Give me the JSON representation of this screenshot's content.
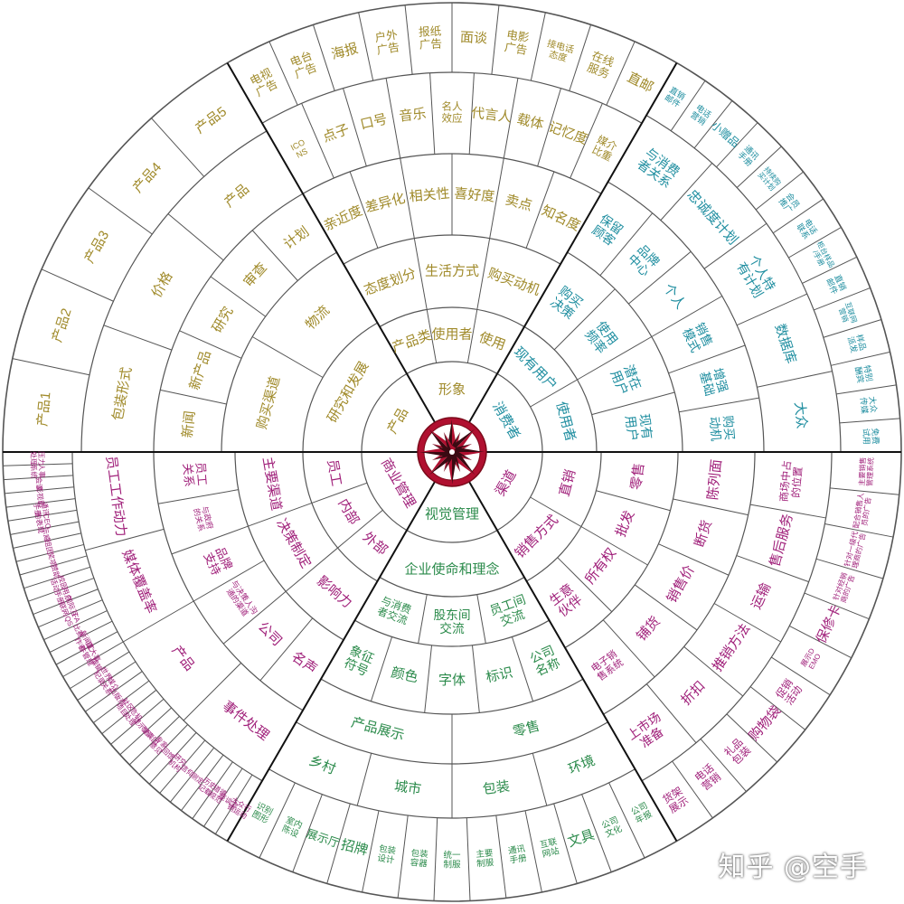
{
  "colors": {
    "line": "#555555",
    "divider": "#111111",
    "olive": "#a08a2a",
    "blue": "#1f8ea0",
    "magenta": "#a0207a",
    "green": "#2a8a4a",
    "navy": "#2a2a7a",
    "compass_red": "#b01030",
    "compass_dark": "#3a0a12"
  },
  "icons": {
    "center": "compass-rose-icon"
  },
  "watermark": "知乎 @空手",
  "sectors": [
    {
      "id": "product",
      "color": "olive",
      "rings": [
        [
          "产品"
        ],
        [
          "研究和发展"
        ],
        [
          "购买渠道",
          "物流"
        ],
        [
          "新闻",
          "新产品",
          "研究",
          "审查",
          "计划"
        ],
        [
          "包装形式",
          "价格",
          "产品"
        ],
        [
          "产品1",
          "产品2",
          "产品3",
          "产品4",
          "产品5"
        ]
      ]
    },
    {
      "id": "brand",
      "color": "olive",
      "rings": [
        [
          "形象"
        ],
        [
          "产品类",
          "使用者",
          "使用"
        ],
        [
          "态度划分",
          "生活方式",
          "购买动机"
        ],
        [
          "亲近度",
          "差异化",
          "相关性",
          "喜好度",
          "卖点",
          "知名度"
        ],
        [
          "ICONS",
          "点子",
          "口号",
          "音乐",
          "名人效应",
          "代言人",
          "载体",
          "记忆度",
          "媒介比重"
        ],
        [
          "电视广告",
          "电台广告",
          "海报",
          "户外广告",
          "报纸广告",
          "面谈",
          "电影广告",
          "接电话态度",
          "在线服务",
          "直邮"
        ]
      ]
    },
    {
      "id": "consumer",
      "color": "blue",
      "rings": [
        [
          "消费者"
        ],
        [
          "现有用户",
          "使用者"
        ],
        [
          "购买决策",
          "使用频率",
          "潜在用户",
          "现有用户"
        ],
        [
          "保留顾客",
          "品牌中心",
          "个人",
          "销售模式",
          "增强基础",
          "购买动机"
        ],
        [
          "与消费者关系",
          "忠诚度计划",
          "个人特有计划",
          "数据库",
          "大众"
        ],
        [
          "直销邮件",
          "电话营销",
          "小赠品",
          "通讯手册",
          "持续购买计划",
          "会员推广",
          "电话联系",
          "柜台样品/手册",
          "直销邮件",
          "互联网营销",
          "样品派发",
          "特别酬宾",
          "大众传媒",
          "免费试用"
        ]
      ]
    },
    {
      "id": "sales",
      "color": "magenta",
      "rings": [
        [
          "渠道"
        ],
        [
          "直销",
          "销售方式"
        ],
        [
          "零售",
          "批发",
          "所有权",
          "生意伙伴"
        ],
        [
          "陈列面",
          "断货",
          "销售价",
          "铺货",
          "电子销售系统"
        ],
        [
          "商场中占的位置",
          "售后服务",
          "运输",
          "推销方法",
          "折扣",
          "上市场准备"
        ],
        [
          "主要销售管理系统",
          "配合销售人员的广告",
          "针对一级代理商的广告",
          "针对经销商的广告",
          "保修卡",
          "展示DEMO",
          "促销活动",
          "购物袋",
          "礼品包装",
          "电话营销",
          "货架展示"
        ]
      ]
    },
    {
      "id": "visual",
      "color": "green",
      "rings": [
        [
          "视觉管理"
        ],
        [
          "企业使命和理念"
        ],
        [
          "员工间交流",
          "股东间交流",
          "与消费者交流"
        ],
        [
          "公司名称",
          "标识",
          "字体",
          "颜色",
          "象征符号"
        ],
        [
          "零售",
          "产品展示"
        ],
        [
          "环境",
          "包装",
          "城市",
          "乡村"
        ],
        [
          "公司年报",
          "公司文化",
          "文具",
          "互联网站",
          "通讯手册",
          "主要制服",
          "统一制服",
          "包装容器",
          "包装设计",
          "招牌",
          "展示厅",
          "室内陈设",
          "识别图形"
        ]
      ]
    },
    {
      "id": "pr",
      "color": "magenta",
      "rings": [
        [
          "商业管理"
        ],
        [
          "外部",
          "内部",
          "员工"
        ],
        [
          "影响力",
          "决策制定",
          "主要渠道"
        ],
        [
          "名声",
          "公司",
          "与决策人沟通的渠道",
          "品牌支持",
          "与政府的关系",
          "员工关系"
        ],
        [
          "事件处理",
          "产品",
          "媒体覆盖率",
          "员工工作动力"
        ],
        [
          "大众行销运动",
          "座谈会",
          "道德规范",
          "历史记载",
          "测定",
          "信仰",
          "研究机构",
          "回馈",
          "专家意见",
          "智囊团",
          "提示语",
          "危机处理",
          "社区项目",
          "出版商",
          "媒介关系",
          "世界纪录",
          "编辑",
          "重大事件管理",
          "新闻工作者",
          "比赛",
          "FAQS",
          "国际互联网",
          "用户手册",
          "校园活动",
          "赞助",
          "奖项",
          "组团",
          "示威",
          "CEO的表现",
          "通讯手册",
          "影视剧",
          "会议",
          "人事系统",
          "压力处理"
        ]
      ]
    }
  ]
}
